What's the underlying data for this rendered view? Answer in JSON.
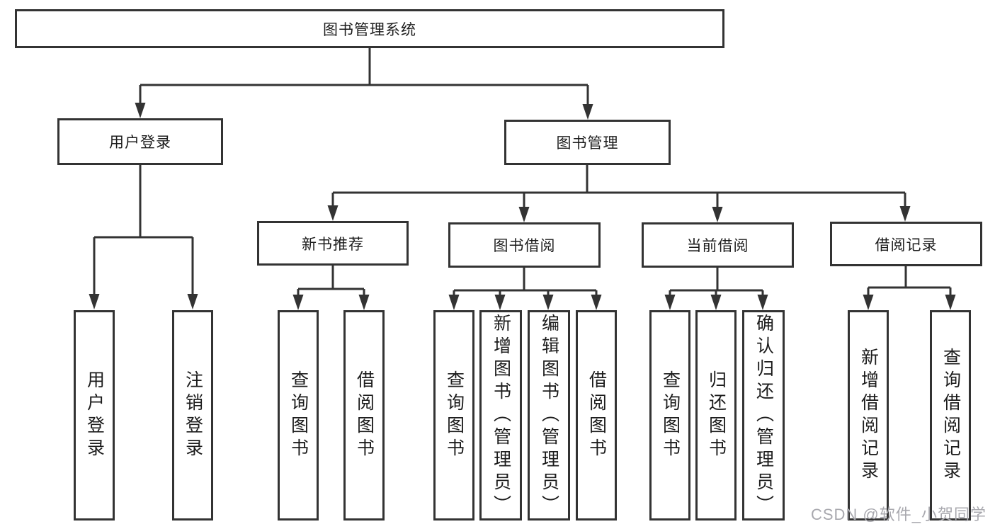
{
  "diagram": {
    "tree": {
      "label": "图书管理系统",
      "children": [
        {
          "label": "用户登录",
          "children": [
            {
              "label": "用户登录"
            },
            {
              "label": "注销登录"
            }
          ]
        },
        {
          "label": "图书管理",
          "children": [
            {
              "label": "新书推荐",
              "children": [
                {
                  "label": "查询图书"
                },
                {
                  "label": "借阅图书"
                }
              ]
            },
            {
              "label": "图书借阅",
              "children": [
                {
                  "label": "查询图书"
                },
                {
                  "label": "新增图书（管理员）"
                },
                {
                  "label": "编辑图书（管理员）"
                },
                {
                  "label": "借阅图书"
                }
              ]
            },
            {
              "label": "当前借阅",
              "children": [
                {
                  "label": "查询图书"
                },
                {
                  "label": "归还图书"
                },
                {
                  "label": "确认归还（管理员）"
                }
              ]
            },
            {
              "label": "借阅记录",
              "children": [
                {
                  "label": "新增借阅记录"
                },
                {
                  "label": "查询借阅记录"
                }
              ]
            }
          ]
        }
      ]
    },
    "colors": {
      "line": "#333333",
      "border": "#333333",
      "text": "#1c1c1c",
      "background": "#ffffff",
      "watermark": "#a8a8ae"
    }
  },
  "watermark": {
    "text": "CSDN @软件_小贺同学"
  }
}
